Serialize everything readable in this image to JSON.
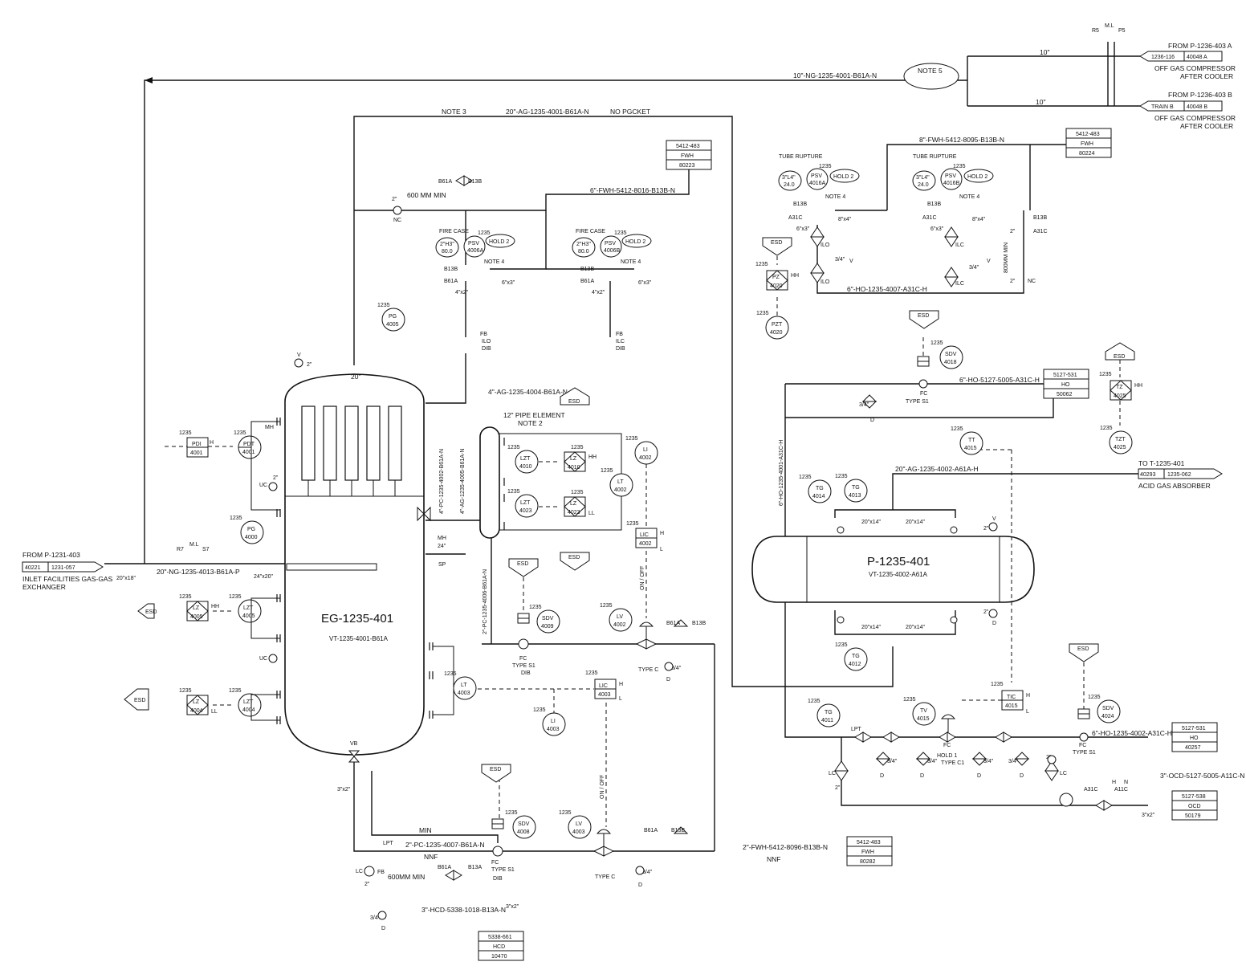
{
  "equipment": {
    "eg": {
      "tag": "EG-1235-401",
      "sub": "VT-1235-4001-B61A"
    },
    "p": {
      "tag": "P-1235-401",
      "sub": "VT-1235-4002-A61A"
    }
  },
  "offpage": {
    "inlet": {
      "from": "FROM P-1231-403",
      "doc": "40221",
      "ref": "1231-057",
      "desc1": "INLET FACILITIES GAS-GAS",
      "desc2": "EXCHANGER"
    },
    "compA": {
      "from": "FROM P-1236-403 A",
      "doc": "1236-116",
      "ref": "40048 A",
      "desc1": "OFF GAS COMPRESSOR",
      "desc2": "AFTER COOLER"
    },
    "compB": {
      "from": "FROM P-1236-403 B",
      "doc": "TRAIN B",
      "ref": "40048 B",
      "desc1": "OFF GAS COMPRESSOR",
      "desc2": "AFTER COOLER"
    },
    "acid": {
      "from": "TO T-1235-401",
      "doc": "40293",
      "ref": "1235-062",
      "desc1": "ACID GAS ABSORBER"
    }
  },
  "refboxes": [
    {
      "l1": "5412-483",
      "l2": "FWH",
      "l3": "80223"
    },
    {
      "l1": "5412-483",
      "l2": "FWH",
      "l3": "80224"
    },
    {
      "l1": "5127-531",
      "l2": "HO",
      "l3": "50062"
    },
    {
      "l1": "5127-531",
      "l2": "HO",
      "l3": "40257"
    },
    {
      "l1": "5127-538",
      "l2": "OCD",
      "l3": "50179"
    },
    {
      "l1": "5412-483",
      "l2": "FWH",
      "l3": "80282"
    },
    {
      "l1": "5338-661",
      "l2": "HCD",
      "l3": "10470"
    }
  ],
  "lines": {
    "ng_top": "10\"-NG-1235-4001-B61A-N",
    "ag_top": "20\"-AG-1235-4001-B61A-N",
    "note3": "NOTE 3",
    "nopocket": "NO PGCKET",
    "fwh8016": "6\"-FWH-5412-8016-B13B-N",
    "fwh8095": "8\"-FWH-5412-8095-B13B-N",
    "ho4007": "6\"-HO-1235-4007-A31C-H",
    "ho5005": "6\"-HO-5127-5005-A31C-H",
    "ho4001v": "6\"-HO-1235-4001-A31C-H",
    "ag4002": "20\"-AG-1235-4002-A61A-H",
    "ag4004": "4\"-AG-1235-4004-B61A-N",
    "ng4013": "20\"-NG-1235-4013-B61A-P",
    "pc4002": "4\"-PC-1235-4002-B61A-N",
    "ag4005": "4\"-AG-1235-4005-B61A-N",
    "pc4006": "2\"-PC-1235-4006-B61A-N",
    "pc4007": "2\"-PC-1235-4007-B61A-N",
    "hcd1018": "3\"-HCD-5338-1018-B13A-N",
    "fwh8096": "2\"-FWH-5412-8096-B13B-N",
    "ho4002": "6\"-HO-1235-4002-A31C-H",
    "ocd5005": "3\"-OCD-5127-5005-A11C-N",
    "min": "MIN",
    "nnf": "NNF",
    "min600": "600 MM MIN",
    "min600b": "600MM MIN",
    "min800": "800MM MIN",
    "pipe_element": "12\" PIPE ELEMENT",
    "note2": "NOTE 2",
    "note5": "NOTE 5",
    "ten": "10\"",
    "twenty": "20\"",
    "r7": "R7",
    "ml": "M.L",
    "s7": "S7",
    "r5": "R5",
    "p5": "P5",
    "s20x18": "20\"x18\"",
    "s24x20": "24\"x20\"",
    "s20x14": "20\"x14\"",
    "onoff": "ON / OFF",
    "sp": "SP",
    "ilo": "ILO",
    "ilc": "ILC",
    "fb": "FB",
    "dib": "DIB",
    "lpt": "LPT",
    "lc": "LC"
  },
  "psv": {
    "a": {
      "num": "1235",
      "tag": "PSV",
      "id": "4006A",
      "sz": "2\"H3\"",
      "set": "80.0",
      "case": "FIRE CASE",
      "hold": "HOLD 2",
      "note": "NOTE 4",
      "mat1": "B13B",
      "mat2": "B61A",
      "out": "6\"x3\"",
      "in": "4\"x2\""
    },
    "b": {
      "num": "1235",
      "tag": "PSV",
      "id": "4006B",
      "sz": "2\"H3\"",
      "set": "80.0",
      "case": "FIRE CASE",
      "hold": "HOLD 2",
      "note": "NOTE 4",
      "mat1": "B13B",
      "mat2": "B61A",
      "out": "6\"x3\"",
      "in": "4\"x2\""
    },
    "c": {
      "num": "1235",
      "tag": "PSV",
      "id": "4016A",
      "sz": "3\"L4\"",
      "set": "24.0",
      "case": "TUBE RUPTURE",
      "hold": "HOLD 2",
      "note": "NOTE 4",
      "mat1": "B13B",
      "mat2": "A31C",
      "out": "8\"x4\"",
      "in": "6\"x3\""
    },
    "d": {
      "num": "1235",
      "tag": "PSV",
      "id": "4016B",
      "sz": "3\"L4\"",
      "set": "24.0",
      "case": "TUBE RUPTURE",
      "hold": "HOLD 2",
      "note": "NOTE 4",
      "mat1": "B13B",
      "mat2": "A31C",
      "out": "8\"x4\"",
      "in": "6\"x3\""
    }
  },
  "instruments": [
    {
      "num": "1235",
      "tag": "PG",
      "id": "4005"
    },
    {
      "num": "1235",
      "tag": "PDT",
      "id": "4001"
    },
    {
      "num": "1235",
      "tag": "PG",
      "id": "4000"
    },
    {
      "num": "1235",
      "tag": "LZT",
      "id": "4005"
    },
    {
      "num": "1235",
      "tag": "LZT",
      "id": "4004"
    },
    {
      "num": "1235",
      "tag": "LZT",
      "id": "4010"
    },
    {
      "num": "1235",
      "tag": "LZT",
      "id": "4023"
    },
    {
      "num": "1235",
      "tag": "LT",
      "id": "4002"
    },
    {
      "num": "1235",
      "tag": "LI",
      "id": "4002"
    },
    {
      "num": "1235",
      "tag": "SDV",
      "id": "4009"
    },
    {
      "num": "1235",
      "tag": "LV",
      "id": "4002"
    },
    {
      "num": "1235",
      "tag": "LT",
      "id": "4003"
    },
    {
      "num": "1235",
      "tag": "LI",
      "id": "4003"
    },
    {
      "num": "1235",
      "tag": "SDV",
      "id": "4008"
    },
    {
      "num": "1235",
      "tag": "LV",
      "id": "4003"
    },
    {
      "num": "1235",
      "tag": "PZT",
      "id": "4020"
    },
    {
      "num": "1235",
      "tag": "SDV",
      "id": "4018"
    },
    {
      "num": "1235",
      "tag": "TT",
      "id": "4015"
    },
    {
      "num": "1235",
      "tag": "TG",
      "id": "4014"
    },
    {
      "num": "1235",
      "tag": "TG",
      "id": "4013"
    },
    {
      "num": "1235",
      "tag": "TZT",
      "id": "4025"
    },
    {
      "num": "1235",
      "tag": "TG",
      "id": "4012"
    },
    {
      "num": "1235",
      "tag": "TG",
      "id": "4011"
    },
    {
      "num": "1235",
      "tag": "TV",
      "id": "4015"
    },
    {
      "num": "1235",
      "tag": "SDV",
      "id": "4024"
    }
  ],
  "panels": [
    {
      "num": "1235",
      "tag": "PDI",
      "id": "4001",
      "alarm": "H"
    },
    {
      "num": "1235",
      "tag": "LZ",
      "id": "4005",
      "alarm": "HH"
    },
    {
      "num": "1235",
      "tag": "LZ",
      "id": "4004",
      "alarm": "LL"
    },
    {
      "num": "1235",
      "tag": "LZ",
      "id": "4010",
      "alarm": "HH"
    },
    {
      "num": "1235",
      "tag": "LZ",
      "id": "4023",
      "alarm": "LL"
    },
    {
      "num": "1235",
      "tag": "LIC",
      "id": "4002",
      "alarm": "H"
    },
    {
      "num": "1235",
      "tag": "LIC",
      "id": "4003",
      "alarm": "H"
    },
    {
      "num": "1235",
      "tag": "PZ",
      "id": "4020",
      "alarm": "HH"
    },
    {
      "num": "1235",
      "tag": "TZ",
      "id": "4025",
      "alarm": "HH"
    },
    {
      "num": "1235",
      "tag": "TIC",
      "id": "4015",
      "alarm": "H"
    }
  ],
  "esd": "ESD",
  "valve_notes": {
    "fc": "FC",
    "types1": "TYPE S1",
    "typec": "TYPE C",
    "typec1": "TYPE C1",
    "hold1": "HOLD 1",
    "v": "V",
    "d": "D",
    "nc": "NC",
    "mh": "MH",
    "uc": "UC",
    "vb": "VB",
    "two": "2\"",
    "three4": "3/4\"",
    "three2": "3\"x2\"",
    "twentyfour": "24\"",
    "b61a": "B61A",
    "b13b": "B13B",
    "b13a": "B13A",
    "a31c": "A31C",
    "a11c": "A11C",
    "h": "H",
    "n": "N",
    "l": "L"
  }
}
